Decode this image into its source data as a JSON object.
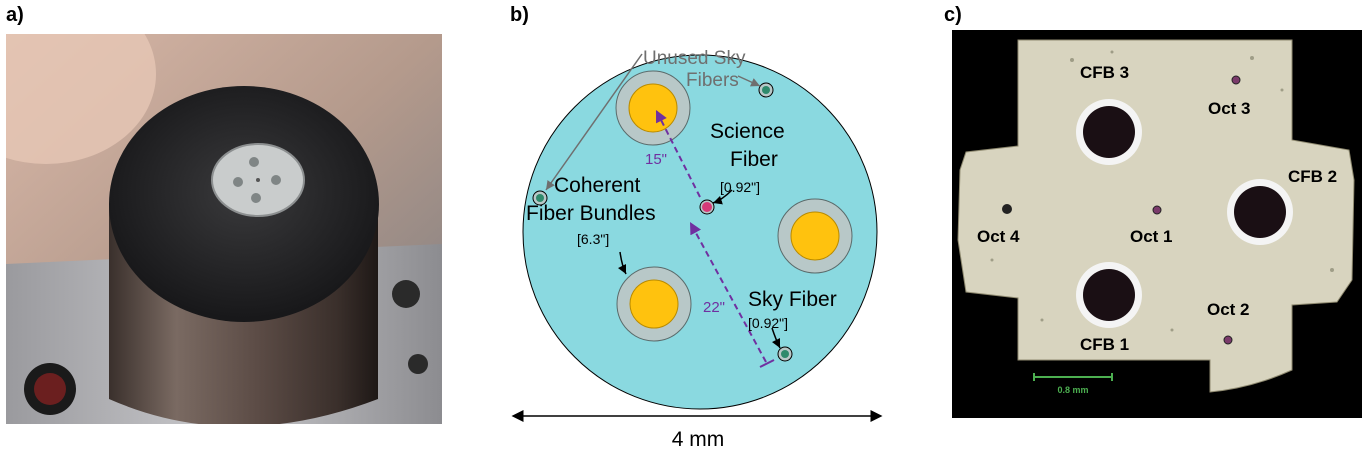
{
  "panels": {
    "a": {
      "label": "a)"
    },
    "b": {
      "label": "b)",
      "unused_sky_fibers": [
        "Unused Sky",
        "Fibers"
      ],
      "science_fiber": [
        "Science",
        "Fiber"
      ],
      "science_size": "[0.92\"]",
      "coherent_fiber_bundles": [
        "Coherent",
        "Fiber Bundles"
      ],
      "bundle_size": "[6.3\"]",
      "sky_fiber": "Sky Fiber",
      "sky_size": "[0.92\"]",
      "dist_15": "15\"",
      "dist_22": "22\"",
      "scale": "4 mm"
    },
    "c": {
      "label": "c)",
      "labels": {
        "cfb3": "CFB 3",
        "cfb2": "CFB 2",
        "cfb1": "CFB 1",
        "oct1": "Oct 1",
        "oct2": "Oct 2",
        "oct3": "Oct 3",
        "oct4": "Oct 4"
      },
      "scalebar": "0.8 mm"
    }
  },
  "colors": {
    "plate": "#8ad9e0",
    "bundle_ring": "#b8c8c8",
    "bundle_core": "#ffc20e",
    "accent_purple": "#7030a0",
    "science_fiber": "#d63a78",
    "scale_green": "#4caf50"
  }
}
